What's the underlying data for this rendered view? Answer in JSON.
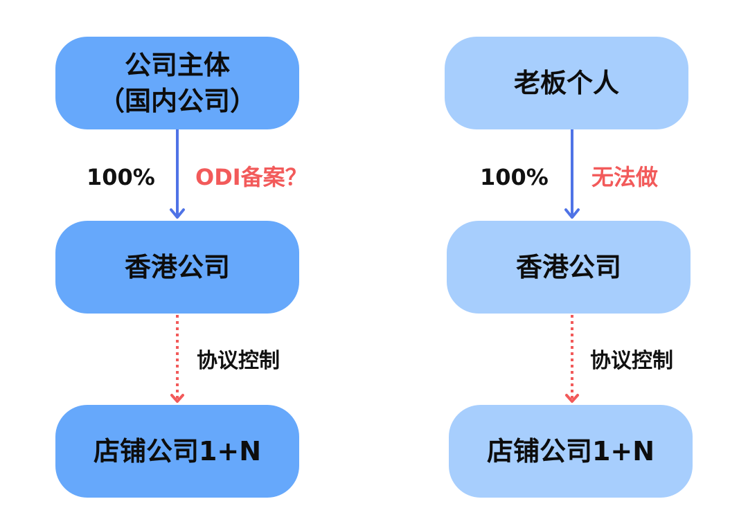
{
  "colors": {
    "node_dark": "#66a8fb",
    "node_light": "#a7cefd",
    "arrow_solid": "#4f73e6",
    "arrow_dotted": "#f25a5a",
    "label_red": "#f25a5a",
    "label_black": "#111111"
  },
  "left": {
    "top_node": {
      "line1": "公司主体",
      "line2": "（国内公司）"
    },
    "ownership_label": "100%",
    "question_label": "ODI备案？",
    "middle_node": "香港公司",
    "control_label": "协议控制",
    "bottom_node": "店铺公司1+N"
  },
  "right": {
    "top_node": "老板个人",
    "ownership_label": "100%",
    "status_label": "无法做",
    "middle_node": "香港公司",
    "control_label": "协议控制",
    "bottom_node": "店铺公司1+N"
  }
}
